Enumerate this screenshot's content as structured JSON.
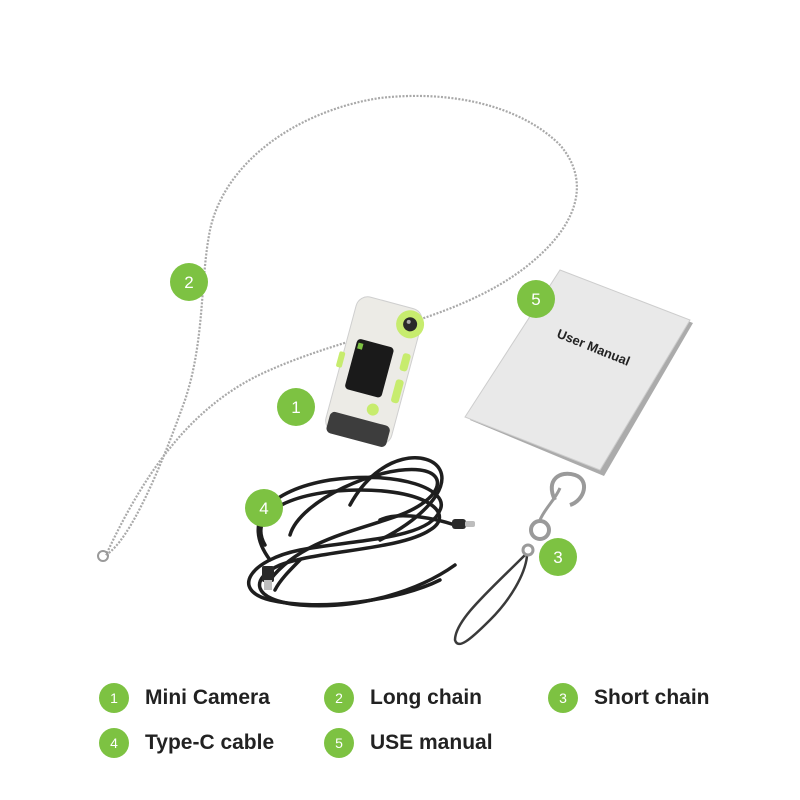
{
  "accent_color": "#7dc242",
  "scene": {
    "badges": {
      "camera": "1",
      "long_chain": "2",
      "short_chain": "3",
      "cable": "4",
      "manual": "5"
    },
    "manual_cover_text": "User Manual"
  },
  "legend": [
    {
      "number": "1",
      "label": "Mini Camera"
    },
    {
      "number": "2",
      "label": "Long chain"
    },
    {
      "number": "3",
      "label": "Short chain"
    },
    {
      "number": "4",
      "label": "Type-C cable"
    },
    {
      "number": "5",
      "label": "USE manual"
    }
  ]
}
